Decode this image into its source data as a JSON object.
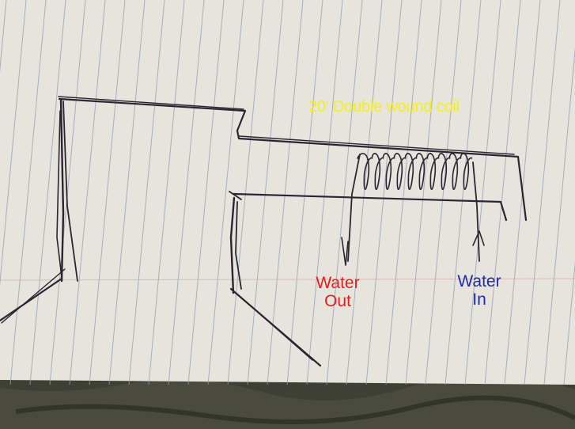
{
  "annotations": {
    "coil_title": "20' Double wound coil",
    "water_out_line1": "Water",
    "water_out_line2": "Out",
    "water_in_line1": "Water",
    "water_in_line2": "In"
  },
  "colors": {
    "paper": "#e6e4dd",
    "ruled_line": "#8f9fb6",
    "margin_line": "#d9a9a9",
    "ink": "#2a2530",
    "title_text": "#f4f01a",
    "water_out_text": "#e81c1c",
    "water_in_text": "#1c2ea6",
    "background_fabric": "#3d3e33"
  }
}
